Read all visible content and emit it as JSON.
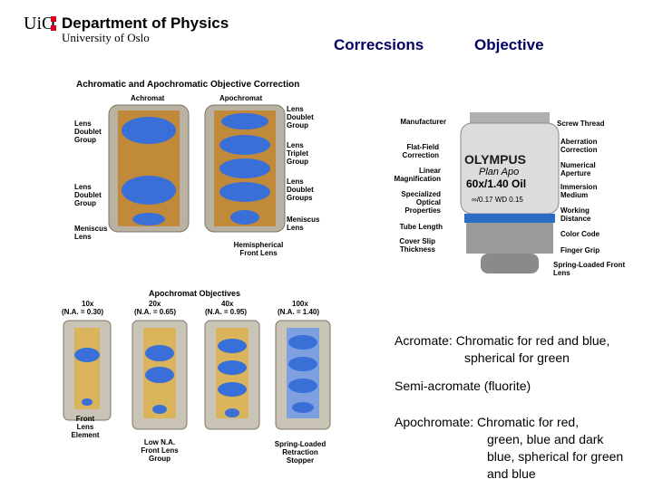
{
  "header": {
    "logo_text": "UiO",
    "department": "Department of Physics",
    "university": "University of Oslo"
  },
  "slide": {
    "title_left": "Correcsions",
    "title_right": "Objective"
  },
  "figure_top_left": {
    "title": "Achromatic and Apochromatic Objective Correction",
    "col1": "Achromat",
    "col2": "Apochromat",
    "labels_left": [
      "Lens Doublet Group",
      "Lens Doublet Group",
      "Meniscus Lens"
    ],
    "labels_right": [
      "Lens Doublet Group",
      "Lens Triplet Group",
      "Lens Doublet Groups",
      "Meniscus Lens"
    ],
    "label_bottom": "Hemispherical Front Lens"
  },
  "figure_bottom_left": {
    "title": "Apochromat Objectives",
    "objectives": [
      {
        "mag": "10x",
        "na": "(N.A. = 0.30)"
      },
      {
        "mag": "20x",
        "na": "(N.A. = 0.65)"
      },
      {
        "mag": "40x",
        "na": "(N.A. = 0.95)"
      },
      {
        "mag": "100x",
        "na": "(N.A. = 1.40)"
      }
    ],
    "labels_bottom": [
      "Front Lens Element",
      "Low N.A. Front Lens Group",
      "Spring-Loaded Retraction Stopper"
    ]
  },
  "figure_right": {
    "brand": "OLYMPUS",
    "lens_text_1": "Plan Apo",
    "lens_text_2": "60x/1.40 Oil",
    "lens_text_3": "∞/0.17 WD 0.15",
    "labels_left": [
      "Manufacturer",
      "Flat-Field Correction",
      "Linear Magnification",
      "Specialized Optical Properties",
      "Tube Length",
      "Cover Slip Thickness"
    ],
    "labels_right": [
      "Screw Thread",
      "Aberration Correction",
      "Numerical Aperture",
      "Immersion Medium",
      "Working Distance",
      "Color Code",
      "Finger Grip",
      "Spring-Loaded Front Lens"
    ]
  },
  "text": {
    "acromate_1": "Acromate: Chromatic for red and blue,",
    "acromate_2": "spherical for green",
    "semi": "Semi-acromate (fluorite)",
    "apo_1": "Apochromate: Chromatic for red,",
    "apo_2": "green, blue and dark",
    "apo_3": "blue, spherical for green",
    "apo_4": "and blue"
  },
  "colors": {
    "title": "#000060",
    "logo_accent": "#d5001f",
    "lens_blue": "#3a6fd8",
    "brass": "#c08a3a"
  }
}
